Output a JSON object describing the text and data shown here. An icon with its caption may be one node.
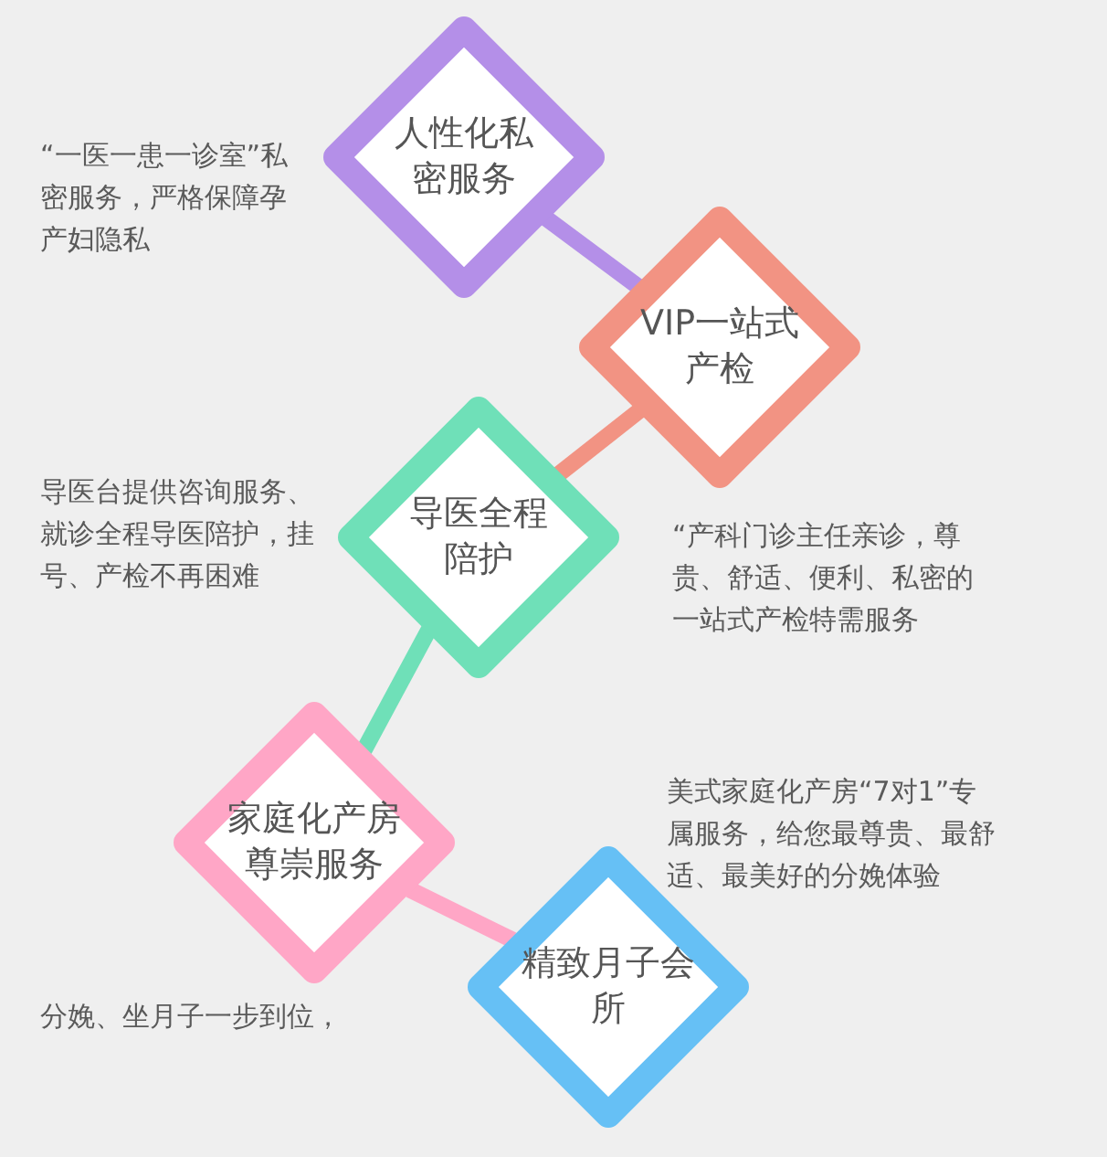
{
  "diagram": {
    "nodes": [
      {
        "text": [
          "人性化私密服务"
        ],
        "beside": [
          "“一医一患一诊室”私密服务，严格保障孕产妇隐私"
        ]
      },
      {
        "text": [
          "VIP一站式产检"
        ],
        "beside": [
          "“产科门诊主任亲诊，尊贵、舒适、便利、私密的一站式产检特需服务"
        ]
      },
      {
        "text": [
          "导医全程陪护"
        ],
        "beside": [
          "导医台提供咨询服务、就诊全程导医陪护，挂号、产检不再困难"
        ]
      },
      {
        "text": [
          "家庭化产房尊崇服务"
        ]
      },
      {
        "text": [
          "精致月子会所"
        ]
      }
    ],
    "labels": [
      "美式家庭化产房“7对1”专属服务，给您最尊贵、最舒适、最美好的分娩体验",
      "分娩、坐月子一步到位，"
    ],
    "edges": [
      {
        "from": 0,
        "to": 1,
        "arrow": "none",
        "color": "#b48fe8"
      },
      {
        "from": 1,
        "to": 2,
        "arrow": "none",
        "color": "#f29383"
      },
      {
        "from": 2,
        "to": 3,
        "arrow": "none",
        "color": "#6fe0b8"
      },
      {
        "from": 3,
        "to": 4,
        "arrow": "none",
        "color": "#ffa6c6"
      }
    ]
  }
}
